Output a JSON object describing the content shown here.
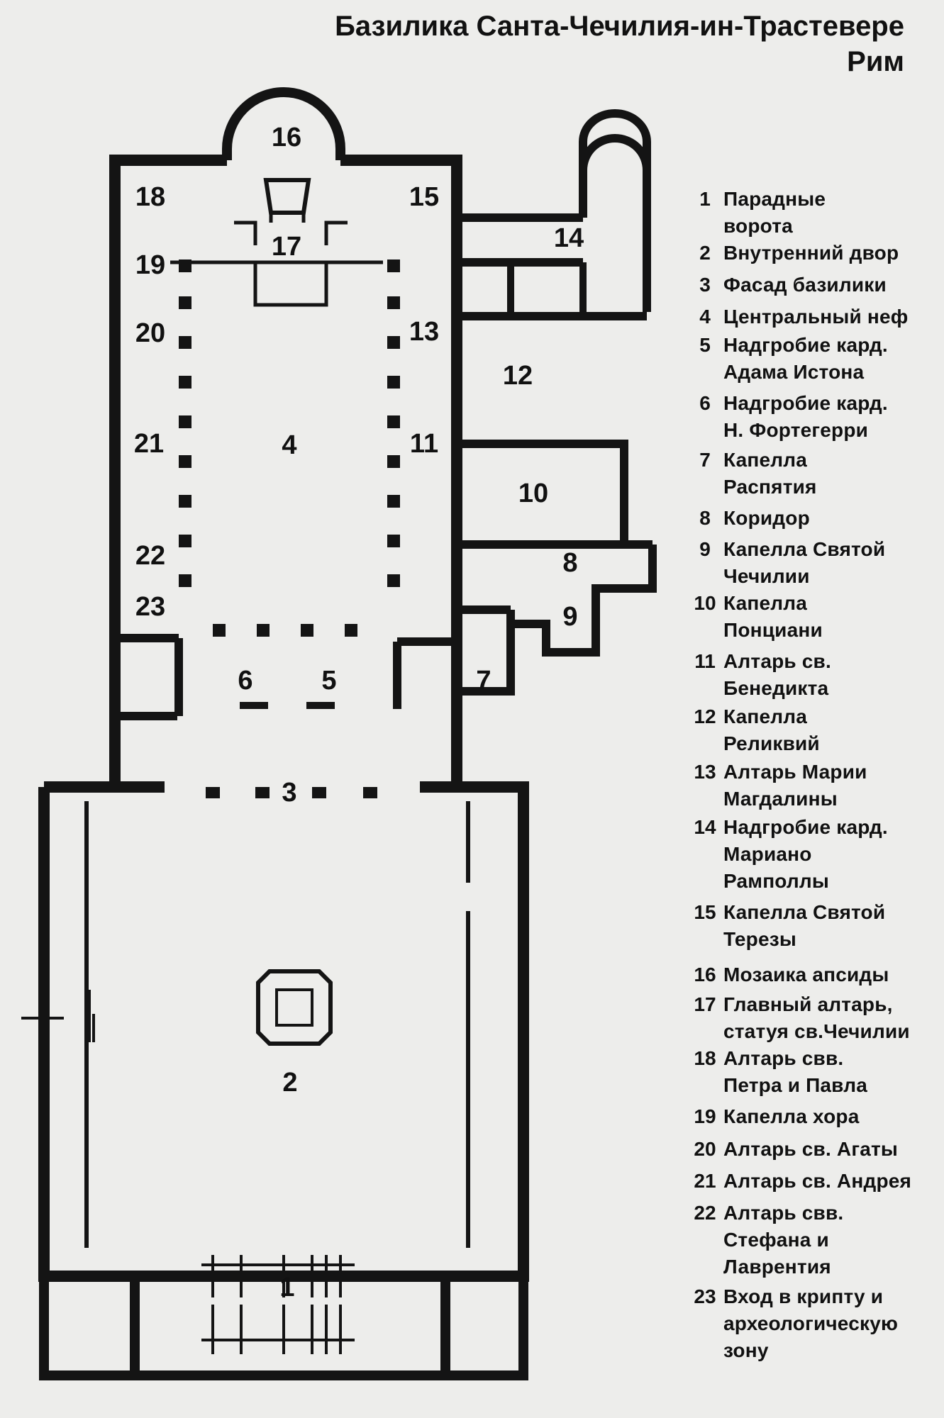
{
  "title": {
    "line1": "Базилика Санта-Чечилия-ин-Трастевере",
    "line2": "Рим"
  },
  "plan_numbers": [
    "1",
    "2",
    "3",
    "4",
    "5",
    "6",
    "7",
    "8",
    "9",
    "10",
    "11",
    "12",
    "13",
    "14",
    "15",
    "16",
    "17",
    "18",
    "19",
    "20",
    "21",
    "22",
    "23"
  ],
  "legend": [
    {
      "num": "1",
      "text": "Парадные\nворота"
    },
    {
      "num": "2",
      "text": "Внутренний двор"
    },
    {
      "num": "3",
      "text": "Фасад базилики"
    },
    {
      "num": "4",
      "text": "Центральный неф"
    },
    {
      "num": "5",
      "text": "Надгробие кард.\nАдама Истона"
    },
    {
      "num": "6",
      "text": "Надгробие кард.\nН. Фортегерри"
    },
    {
      "num": "7",
      "text": "Капелла\nРаспятия"
    },
    {
      "num": "8",
      "text": "Коридор"
    },
    {
      "num": "9",
      "text": "Капелла Святой\nЧечилии"
    },
    {
      "num": "10",
      "text": "Капелла\nПонциани"
    },
    {
      "num": "11",
      "text": "Алтарь св.\nБенедикта"
    },
    {
      "num": "12",
      "text": "Капелла\nРеликвий"
    },
    {
      "num": "13",
      "text": "Алтарь Марии\nМагдалины"
    },
    {
      "num": "14",
      "text": "Надгробие кард.\nМариано\nРамполлы"
    },
    {
      "num": "15",
      "text": "Капелла Святой\nТерезы"
    },
    {
      "num": "16",
      "text": "Мозаика апсиды"
    },
    {
      "num": "17",
      "text": "Главный алтарь,\nстатуя св.Чечилии"
    },
    {
      "num": "18",
      "text": "Алтарь свв.\nПетра и Павла"
    },
    {
      "num": "19",
      "text": "Капелла хора"
    },
    {
      "num": "20",
      "text": "Алтарь св. Агаты"
    },
    {
      "num": "21",
      "text": "Алтарь св. Андрея"
    },
    {
      "num": "22",
      "text": "Алтарь свв.\nСтефана и\nЛаврентия"
    },
    {
      "num": "23",
      "text": "Вход в крипту и\nархеологическую\nзону"
    }
  ],
  "colors": {
    "wall": "#141414",
    "paper": "#ededeb"
  }
}
